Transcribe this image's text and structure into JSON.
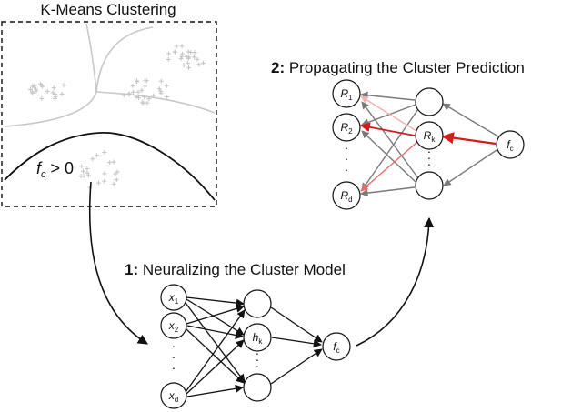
{
  "kmeans": {
    "title": "K-Means Clustering",
    "condition_var": "f",
    "condition_sub": "c",
    "condition_rest": " > 0"
  },
  "neuralize": {
    "step": "1:",
    "title": " Neuralizing the Cluster Model",
    "inputs": [
      {
        "var": "x",
        "sub": "1"
      },
      {
        "var": "x",
        "sub": "2"
      },
      {
        "var": "x",
        "sub": "d"
      }
    ],
    "hidden": {
      "var": "h",
      "sub": "k"
    },
    "output": {
      "var": "f",
      "sub": "c"
    },
    "ellipsis": "·"
  },
  "propagate": {
    "step": "2:",
    "title": " Propagating the Cluster Prediction",
    "relevance_inputs": [
      {
        "var": "R",
        "sub": "1"
      },
      {
        "var": "R",
        "sub": "2"
      },
      {
        "var": "R",
        "sub": "d"
      }
    ],
    "hidden": {
      "var": "R",
      "sub": "k"
    },
    "output": {
      "var": "f",
      "sub": "c"
    },
    "ellipsis": "·"
  },
  "colors": {
    "frame": "#111111",
    "boundary": "#c8c8c8",
    "points": "#c4c4c4",
    "gray_arrow": "#7a7a7a",
    "red_strong": "#d41c1c",
    "red_mid": "#ea6a6a",
    "red_light": "#f4b0b0"
  }
}
